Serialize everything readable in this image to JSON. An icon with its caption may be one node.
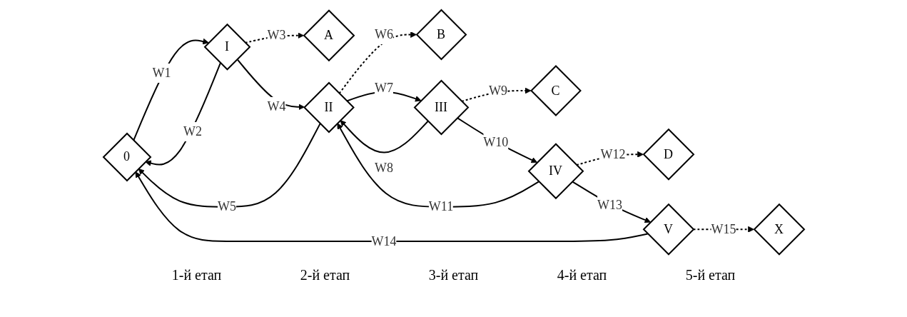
{
  "diagram": {
    "nodes": [
      {
        "text": [
          "0"
        ]
      },
      {
        "text": [
          "I"
        ]
      },
      {
        "text": [
          "II"
        ]
      },
      {
        "text": [
          "III"
        ]
      },
      {
        "text": [
          "IV"
        ]
      },
      {
        "text": [
          "V"
        ]
      },
      {
        "text": [
          "X"
        ]
      },
      {
        "text": [
          "A"
        ]
      },
      {
        "text": [
          "B"
        ]
      },
      {
        "text": [
          "C"
        ]
      },
      {
        "text": [
          "D"
        ]
      }
    ],
    "edges": [
      {
        "from": 0,
        "to": 1,
        "arrow": "to",
        "label": "W1"
      },
      {
        "from": 1,
        "to": 0,
        "arrow": "to",
        "label": "W2"
      },
      {
        "from": 1,
        "to": 7,
        "arrow": "to",
        "label": "W3",
        "style": "dashed"
      },
      {
        "from": 1,
        "to": 2,
        "arrow": "to",
        "label": "W4"
      },
      {
        "from": 2,
        "to": 0,
        "arrow": "to",
        "label": "W5"
      },
      {
        "from": 2,
        "to": 8,
        "arrow": "to",
        "label": "W6",
        "style": "dashed"
      },
      {
        "from": 2,
        "to": 3,
        "arrow": "to",
        "label": "W7"
      },
      {
        "from": 3,
        "to": 2,
        "arrow": "to",
        "label": "W8"
      },
      {
        "from": 3,
        "to": 9,
        "arrow": "to",
        "label": "W9",
        "style": "dashed"
      },
      {
        "from": 3,
        "to": 4,
        "arrow": "to",
        "label": "W10"
      },
      {
        "from": 4,
        "to": 2,
        "arrow": "to",
        "label": "W11"
      },
      {
        "from": 4,
        "to": 10,
        "arrow": "to",
        "label": "W12",
        "style": "dashed"
      },
      {
        "from": 4,
        "to": 5,
        "arrow": "to",
        "label": "W13"
      },
      {
        "from": 5,
        "to": 0,
        "arrow": "to",
        "label": "W14"
      },
      {
        "from": 5,
        "to": 6,
        "arrow": "to",
        "label": "W15",
        "style": "dashed"
      }
    ],
    "labels": [
      "1-й етап",
      "2-й етап",
      "3-й етап",
      "4-й етап",
      "5-й етап"
    ]
  }
}
